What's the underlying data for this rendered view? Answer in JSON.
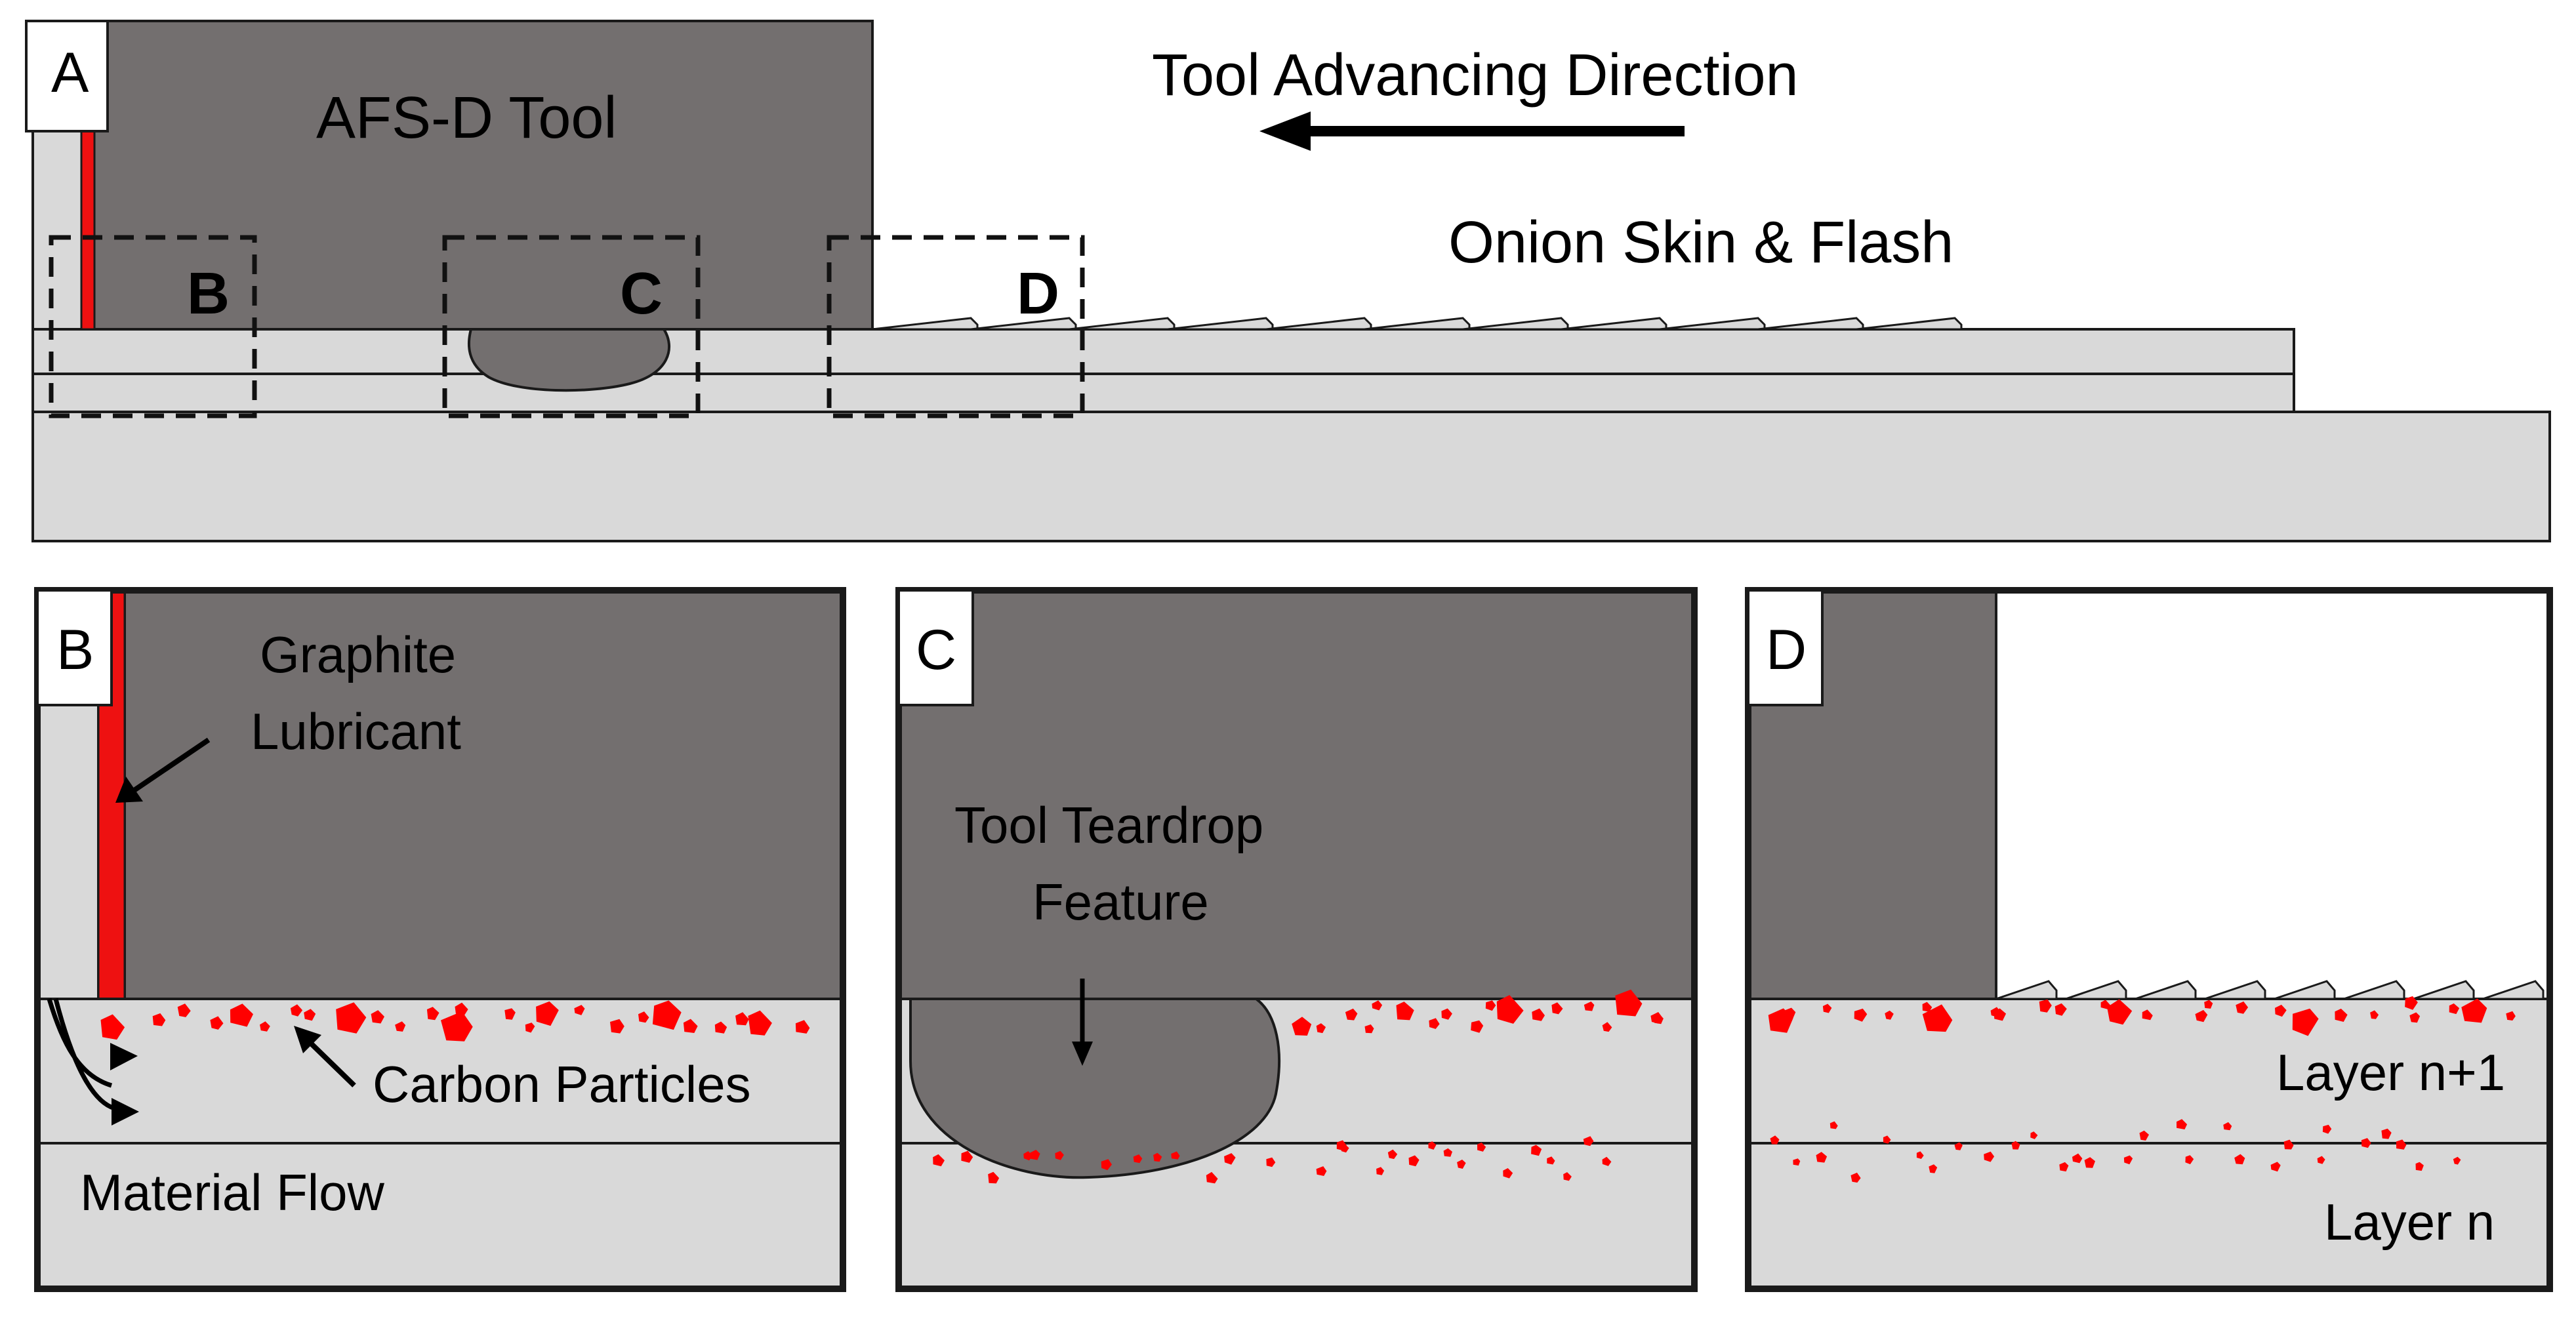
{
  "colors": {
    "tool": "#736f6f",
    "material": "#d9d9d9",
    "lubricant": "#ee1111",
    "particles": "#ff0000",
    "outline": "#1a1a1a"
  },
  "panel_a": {
    "letter": "A",
    "tool_label": "AFS-D Tool",
    "direction_label": "Tool Advancing Direction",
    "flash_label": "Onion Skin & Flash",
    "box_labels": [
      "B",
      "C",
      "D"
    ],
    "icons": [
      "arrow-left-icon"
    ]
  },
  "panel_b": {
    "letter": "B",
    "lubricant_label_line1": "Graphite",
    "lubricant_label_line2": "Lubricant",
    "particles_label": "Carbon Particles",
    "flow_label": "Material Flow"
  },
  "panel_c": {
    "letter": "C",
    "feature_label_line1": "Tool Teardrop",
    "feature_label_line2": "Feature"
  },
  "panel_d": {
    "letter": "D",
    "upper_layer_label": "Layer n+1",
    "lower_layer_label": "Layer n"
  }
}
